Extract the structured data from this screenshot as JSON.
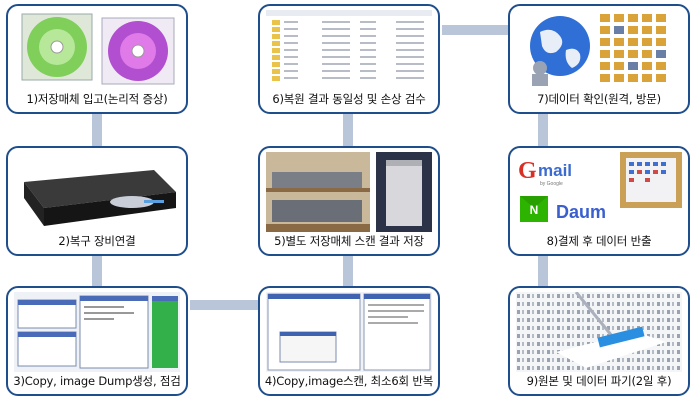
{
  "steps": [
    {
      "label": "1)저장매체 입고(논리적 증상)"
    },
    {
      "label": "2)복구 장비연결"
    },
    {
      "label": "3)Copy, image Dump생성, 점검"
    },
    {
      "label": "4)Copy,image스캔, 최소6회 반복"
    },
    {
      "label": "5)별도 저장매체 스캔 결과 저장"
    },
    {
      "label": "6)복원 결과 동일성 및 손상 검수"
    },
    {
      "label": "7)데이터 확인(원격, 방문)"
    },
    {
      "label": "8)결제 후 데이터 반출"
    },
    {
      "label": "9)원본 및 데이터 파기(2일 후)"
    }
  ],
  "logos": {
    "gmail_g": "G",
    "gmail_rest": "mail",
    "gmail_by": "by Google",
    "daum": "Daum",
    "naver": "N"
  },
  "colors": {
    "border": "#1f4e8c",
    "connector": "#b9c5d8"
  }
}
